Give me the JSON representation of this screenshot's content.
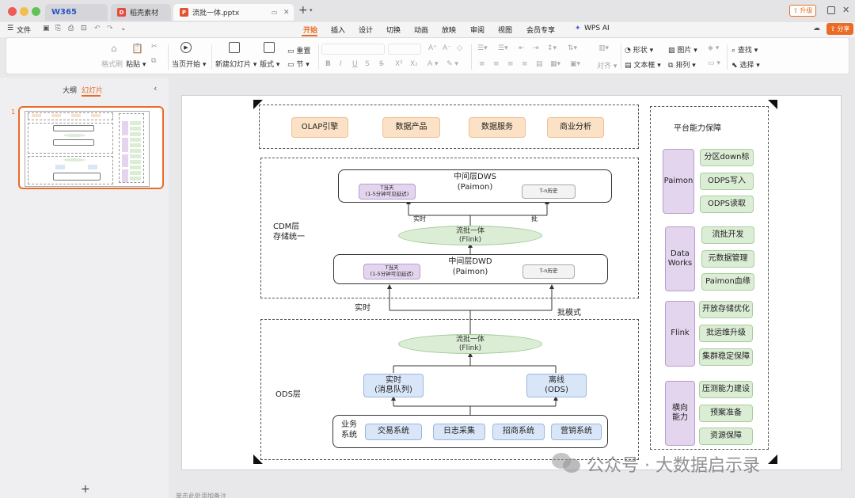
{
  "titlebar": {
    "tabs": [
      {
        "label": "W365",
        "icon": "wps365-logo"
      },
      {
        "label": "稻壳素材",
        "icon": "docer-icon"
      },
      {
        "label": "流批一体.pptx",
        "icon": "pptx-file-icon"
      }
    ],
    "new_tab_label": "+",
    "upgrade_label": "升级"
  },
  "menu": {
    "file_label": "文件",
    "tabs": [
      "开始",
      "插入",
      "设计",
      "切换",
      "动画",
      "放映",
      "审阅",
      "视图",
      "会员专享"
    ],
    "wps_ai_label": "WPS AI",
    "share_label": "分享"
  },
  "ribbon": {
    "format_painter": "格式刷",
    "paste": "粘贴",
    "play_from_current": "当页开始",
    "new_slide": "新建幻灯片",
    "layout": "版式",
    "section": "节",
    "reset": "重置",
    "align": "对齐",
    "shape": "形状",
    "picture": "图片",
    "textbox": "文本框",
    "arrange": "排列",
    "find": "查找",
    "select": "选择"
  },
  "leftpanel": {
    "tab_outline": "大纲",
    "tab_slides": "幻灯片",
    "slide_number": "1",
    "add_label": "+",
    "notes_placeholder": "单击此处添加备注"
  },
  "slide": {
    "top_boxes": [
      "OLAP引擎",
      "数据产品",
      "数据服务",
      "商业分析"
    ],
    "cdm_label": "CDM层\n存储统一",
    "ods_label": "ODS层",
    "dws": {
      "title": "中间层DWS\n(Paimon)",
      "left": "T当天\n(1-5分钟可见延迟)",
      "right": "T-n历史"
    },
    "dwd": {
      "title": "中间层DWD\n(Paimon)",
      "left": "T当天\n(1-5分钟可见延迟)",
      "right": "T-n历史"
    },
    "realtime_small": "实时",
    "batch_small": "批",
    "flink_upper": "流批一体\n(Flink)",
    "flink_lower": "流批一体\n(Flink)",
    "realtime_label": "实时",
    "batch_mode_label": "批模式",
    "mq_box": "实时\n(消息队列)",
    "offline_box": "离线\n(ODS)",
    "biz_label": "业务\n系统",
    "biz_systems": [
      "交易系统",
      "日志采集",
      "招商系统",
      "营销系统"
    ],
    "platform": {
      "title": "平台能力保障",
      "groups": [
        {
          "name": "Paimon",
          "items": [
            "分区down标",
            "ODPS写入",
            "ODPS读取"
          ]
        },
        {
          "name": "Data\nWorks",
          "items": [
            "流批开发",
            "元数据管理",
            "Paimon血缘"
          ]
        },
        {
          "name": "Flink",
          "items": [
            "开放存储优化",
            "批运维升级",
            "集群稳定保障"
          ]
        },
        {
          "name": "横向\n能力",
          "items": [
            "压测能力建设",
            "预案准备",
            "资源保障"
          ]
        }
      ]
    },
    "watermark": "公众号 · 大数据启示录"
  },
  "colors": {
    "accent": "#e96b26",
    "orange_box": "#fbe1c5",
    "blue_box": "#d9e6f7",
    "purple_box": "#e3d5ee",
    "green_box": "#dcedd6"
  }
}
